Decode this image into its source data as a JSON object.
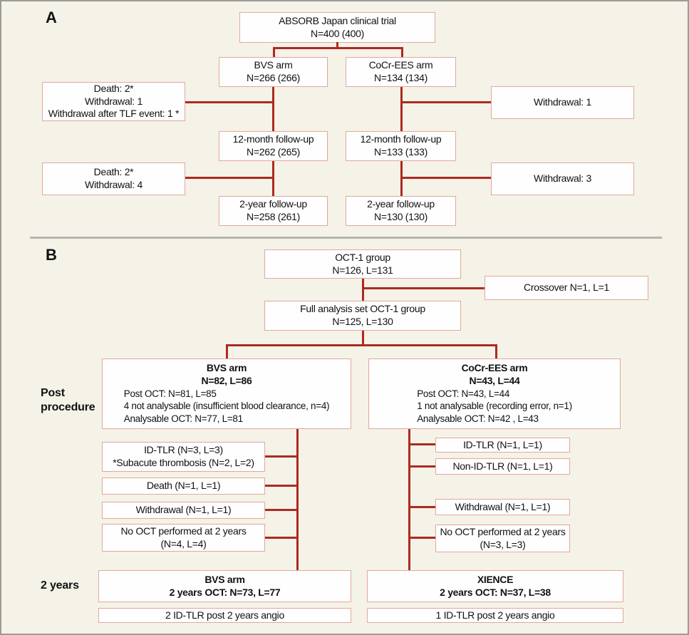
{
  "figure": {
    "type": "clinical-trial-flow-diagram",
    "colors": {
      "background": "#f5f2e8",
      "connector_red": "#ac2a21",
      "box_border_salmon": "#e2a89d",
      "divider_gray": "#b4b4ae",
      "outer_border_gray": "#9b9b97"
    }
  },
  "panelA": {
    "label": "A",
    "root": {
      "line1": "ABSORB Japan clinical trial",
      "line2": "N=400 (400)"
    },
    "bvs_arm": {
      "line1": "BVS arm",
      "line2": "N=266 (266)"
    },
    "cocr_arm": {
      "line1": "CoCr-EES arm",
      "line2": "N=134 (134)"
    },
    "excl_left1": {
      "line1": "Death: 2*",
      "line2": "Withdrawal: 1",
      "line3": "Withdrawal after TLF event: 1 *"
    },
    "excl_right1": {
      "line1": "Withdrawal: 1"
    },
    "bvs_12m": {
      "line1": "12-month follow-up",
      "line2": "N=262 (265)"
    },
    "cocr_12m": {
      "line1": "12-month follow-up",
      "line2": "N=133 (133)"
    },
    "excl_left2": {
      "line1": "Death: 2*",
      "line2": "Withdrawal: 4"
    },
    "excl_right2": {
      "line1": "Withdrawal: 3"
    },
    "bvs_2y": {
      "line1": "2-year follow-up",
      "line2": "N=258 (261)"
    },
    "cocr_2y": {
      "line1": "2-year follow-up",
      "line2": "N=130 (130)"
    }
  },
  "panelB": {
    "label": "B",
    "row_label_post_procedure": "Post procedure",
    "row_label_2_years": "2 years",
    "oct1_group": {
      "line1": "OCT-1 group",
      "line2": "N=126, L=131"
    },
    "crossover": {
      "line1": "Crossover N=1, L=1"
    },
    "full_analysis": {
      "line1": "Full analysis set OCT-1 group",
      "line2": "N=125, L=130"
    },
    "bvs_arm": {
      "title": "BVS arm",
      "n": "N=82, L=86",
      "post_oct": "Post OCT: N=81, L=85",
      "not_analysable": "4 not analysable (insufficient blood clearance, n=4)",
      "analysable": "Analysable OCT: N=77, L=81"
    },
    "cocr_arm": {
      "title": "CoCr-EES arm",
      "n": "N=43, L=44",
      "post_oct": "Post OCT: N=43, L=44",
      "not_analysable": "1 not analysable (recording error, n=1)",
      "analysable": "Analysable OCT: N=42 , L=43"
    },
    "bvs_excl": {
      "idtlr_line1": "ID-TLR (N=3, L=3)",
      "idtlr_line2": "*Subacute thrombosis (N=2, L=2)",
      "death": "Death (N=1, L=1)",
      "withdrawal": "Withdrawal (N=1, L=1)",
      "no_oct_line1": "No OCT performed at 2 years",
      "no_oct_line2": "(N=4, L=4)"
    },
    "cocr_excl": {
      "idtlr": "ID-TLR (N=1, L=1)",
      "non_idtlr": "Non-ID-TLR (N=1, L=1)",
      "withdrawal": "Withdrawal (N=1, L=1)",
      "no_oct_line1": "No OCT performed at 2 years",
      "no_oct_line2": "(N=3, L=3)"
    },
    "bvs_2y": {
      "title": "BVS arm",
      "n": "2 years OCT: N=73, L=77"
    },
    "xience_2y": {
      "title": "XIENCE",
      "n": "2 years OCT: N=37, L=38"
    },
    "bvs_angio": {
      "line1": "2 ID-TLR post 2 years angio"
    },
    "xience_angio": {
      "line1": "1 ID-TLR post 2 years angio"
    }
  }
}
